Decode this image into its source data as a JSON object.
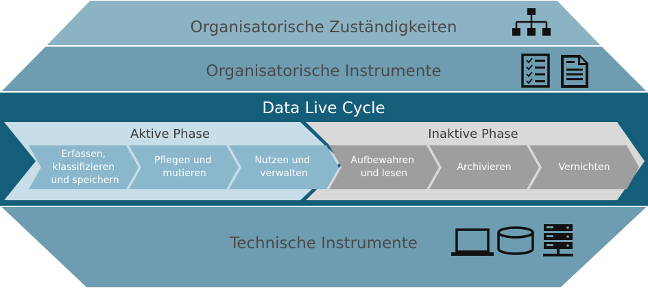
{
  "bands": {
    "top": {
      "label": "Organisatorische Zuständigkeiten",
      "icon": "org-chart-icon"
    },
    "second": {
      "label": "Organisatorische Instrumente",
      "icons": [
        "checklist-icon",
        "document-icon"
      ]
    },
    "bottom": {
      "label": "Technische Instrumente",
      "icons": [
        "laptop-icon",
        "database-icon",
        "server-icon"
      ]
    }
  },
  "lifecycle": {
    "title": "Data Live Cycle",
    "phases": [
      {
        "label": "Aktive Phase",
        "steps": [
          {
            "lines": [
              "Erfassen,",
              "klassifizieren",
              "und speichern"
            ]
          },
          {
            "lines": [
              "Pflegen und",
              "mutieren"
            ]
          },
          {
            "lines": [
              "Nutzen und",
              "verwalten"
            ]
          }
        ]
      },
      {
        "label": "Inaktive Phase",
        "steps": [
          {
            "lines": [
              "Aufbewahren",
              "und lesen"
            ]
          },
          {
            "lines": [
              "Archivieren"
            ]
          },
          {
            "lines": [
              "Vernichten"
            ]
          }
        ]
      }
    ]
  },
  "colors": {
    "band_top": "#8cb3c4",
    "band_mid": "#6e9cb0",
    "band_bottom": "#6e9cb0",
    "lifecycle_bg": "#155e7a",
    "active_phase": "#c7dde7",
    "active_step": "#8ab7cb",
    "inactive_phase": "#d9d9d9",
    "inactive_step": "#9e9e9e",
    "icon": "#111111"
  }
}
